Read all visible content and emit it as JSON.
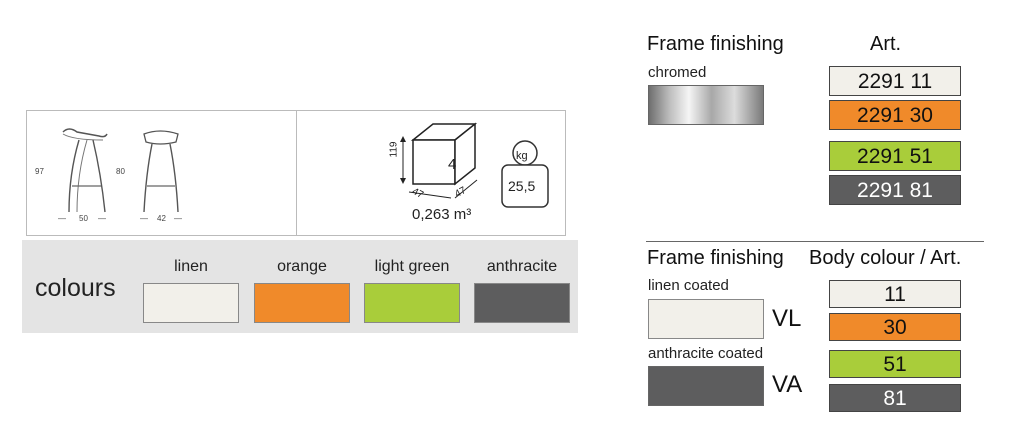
{
  "stool_dims": {
    "height_side": "97",
    "height_front": "80",
    "width_side": "50",
    "width_front": "42"
  },
  "packaging": {
    "box_height": "119",
    "box_width": "47",
    "box_depth": "47",
    "box_quantity": "4",
    "volume": "0,263 m³",
    "weight_unit": "kg",
    "weight": "25,5"
  },
  "colours": {
    "title": "colours",
    "items": [
      {
        "name": "linen",
        "color": "#f2f0ea"
      },
      {
        "name": "orange",
        "color": "#f08a2a"
      },
      {
        "name": "light green",
        "color": "#a9cd3a"
      },
      {
        "name": "anthracite",
        "color": "#5d5d5e"
      }
    ]
  },
  "chromed_table": {
    "header_left": "Frame finishing",
    "header_right": "Art.",
    "finish_label": "chromed",
    "articles": [
      {
        "code": "2291 11",
        "color": "#f2f0ea",
        "text_color": "#111"
      },
      {
        "code": "2291 30",
        "color": "#f08a2a",
        "text_color": "#111"
      },
      {
        "code": "2291 51",
        "color": "#a9cd3a",
        "text_color": "#111"
      },
      {
        "code": "2291 81",
        "color": "#5d5d5e",
        "text_color": "#fff"
      }
    ]
  },
  "coated_table": {
    "header_left": "Frame finishing",
    "header_right": "Body colour / Art.",
    "finishes": [
      {
        "label": "linen coated",
        "code": "VL",
        "color": "#f2f0ea"
      },
      {
        "label": "anthracite coated",
        "code": "VA",
        "color": "#5d5d5e"
      }
    ],
    "articles": [
      {
        "code": "11",
        "color": "#f2f0ea",
        "text_color": "#111"
      },
      {
        "code": "30",
        "color": "#f08a2a",
        "text_color": "#111"
      },
      {
        "code": "51",
        "color": "#a9cd3a",
        "text_color": "#111"
      },
      {
        "code": "81",
        "color": "#5d5d5e",
        "text_color": "#fff"
      }
    ]
  }
}
